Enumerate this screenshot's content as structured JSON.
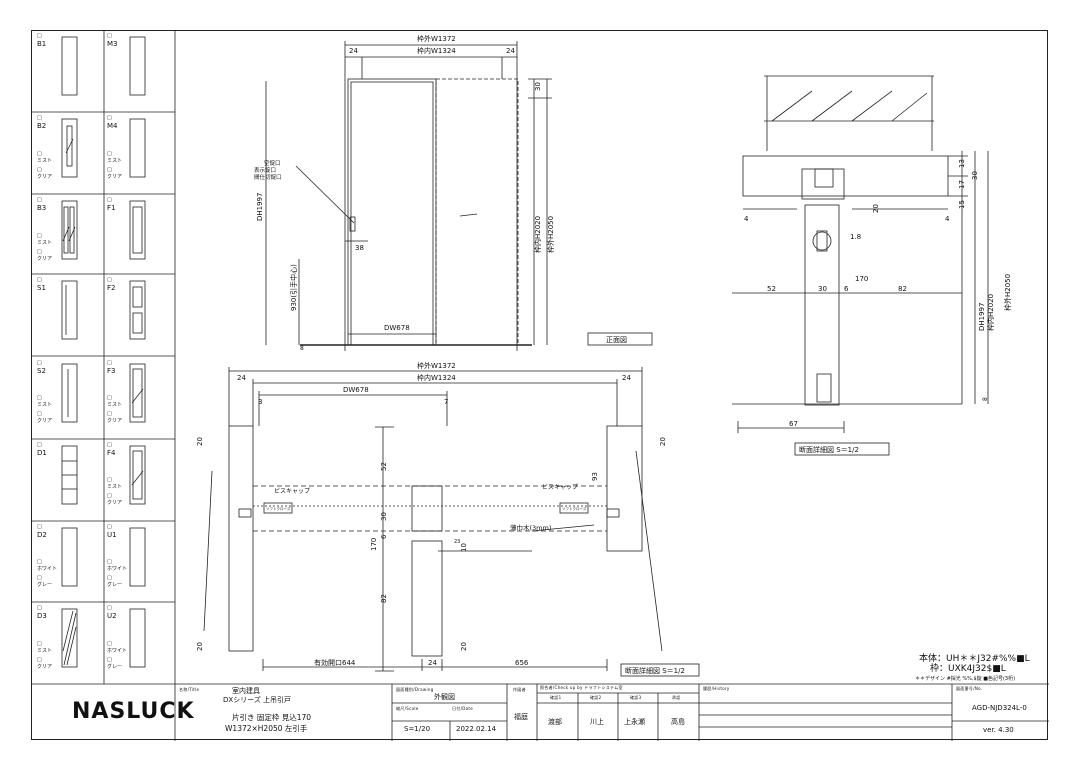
{
  "palette": [
    {
      "code": "B1",
      "labels": []
    },
    {
      "code": "M3",
      "labels": []
    },
    {
      "code": "B2",
      "labels": [
        "ミスト",
        "クリア"
      ]
    },
    {
      "code": "M4",
      "labels": [
        "ミスト",
        "クリア"
      ]
    },
    {
      "code": "B3",
      "labels": [
        "ミスト",
        "クリア"
      ]
    },
    {
      "code": "F1",
      "labels": []
    },
    {
      "code": "S1",
      "labels": []
    },
    {
      "code": "F2",
      "labels": []
    },
    {
      "code": "S2",
      "labels": [
        "ミスト",
        "クリア"
      ]
    },
    {
      "code": "F3",
      "labels": [
        "ミスト",
        "クリア"
      ]
    },
    {
      "code": "D1",
      "labels": []
    },
    {
      "code": "F4",
      "labels": [
        "ミスト",
        "クリア"
      ]
    },
    {
      "code": "D2",
      "labels": [
        "ホワイト",
        "グレー"
      ]
    },
    {
      "code": "U1",
      "labels": [
        "ホワイト",
        "グレー"
      ]
    },
    {
      "code": "D3",
      "labels": [
        "ミスト",
        "クリア"
      ]
    },
    {
      "code": "U2",
      "labels": [
        "ホワイト",
        "グレー"
      ]
    }
  ],
  "front_view": {
    "outer_width": "枠外W1372",
    "inner_width": "枠内W1324",
    "left_24": "24",
    "right_24": "24",
    "top_30": "30",
    "inner_height": "枠内H2020",
    "outer_height": "枠外H2050",
    "dh": "DH1997",
    "handle_height": "930(引手中心)",
    "dim_38": "38",
    "dw": "DW678",
    "dim_8": "8",
    "callout_1": "空錠口",
    "callout_2": "表示錠口",
    "callout_3": "間仕切錠口",
    "title": "正面図"
  },
  "plan_view": {
    "outer_width": "枠外W1372",
    "inner_width": "枠内W1324",
    "left_24": "24",
    "right_24": "24",
    "dw": "DW678",
    "dim_3": "3",
    "dim_7": "7",
    "dim_20_tl": "20",
    "dim_20_tr": "20",
    "dim_20_bl": "20",
    "dim_20_bm": "20",
    "dim_52": "52",
    "dim_30": "30",
    "dim_170": "170",
    "dim_6": "6",
    "dim_82": "82",
    "dim_93": "93",
    "dim_10": "10",
    "dim_23": "23",
    "cap_left": "ビスキャップ",
    "cap_right": "ビスキャップ",
    "soft_close_left": "ソフトクローズ",
    "soft_close_right": "ソフトクローズ",
    "veneer": "薄巾木(3mm)",
    "opening": "有効開口644",
    "bottom_24": "24",
    "bottom_656": "656",
    "title": "断面詳細図 S＝1/2"
  },
  "section_view": {
    "dim_13": "13",
    "dim_17": "17",
    "dim_30": "30",
    "dim_15": "15",
    "dim_20": "20",
    "dim_4l": "4",
    "dim_4r": "4",
    "dim_1_8": "1.8",
    "dim_170": "170",
    "dim_52": "52",
    "dim_30b": "30",
    "dim_6": "6",
    "dim_82": "82",
    "dh": "DH1997",
    "inner_height": "枠内H2020",
    "outer_height": "枠外H2050",
    "dim_8": "8",
    "dim_67": "67",
    "title": "断面詳細図 S＝1/2"
  },
  "spec": {
    "body": "本体：UH＊＊J32#%%■L",
    "frame": "枠：UXK4J32$■L",
    "note": "＊＊デザイン #採光 %%,$錠 ■色記号(3桁)"
  },
  "title_block": {
    "logo": "NASLUCK",
    "name_header": "名称/Title",
    "name_line1": "室内建具",
    "name_line2": "DXシリーズ 上吊引戸",
    "name_line3": "片引き 固定枠 見込170",
    "name_line4": "W1372×H2050 左引手",
    "drawing_header": "図面種別/Drawing",
    "drawing_value": "外観図",
    "scale_header": "縮尺/Scale",
    "scale_value": "S=1/20",
    "date_header": "日付/Date",
    "date_value": "2022.02.14",
    "author_header": "作図者",
    "author_value": "福庭",
    "check_header": "照合者/Check up by ドラフトシステム室",
    "checkers": [
      {
        "role": "確認1",
        "name": "渡部"
      },
      {
        "role": "確認2",
        "name": "川上"
      },
      {
        "role": "確認3",
        "name": "上永瀬"
      },
      {
        "role": "承認",
        "name": "高島"
      }
    ],
    "history_header": "履歴/History",
    "number_header": "図面番号/No.",
    "number_value": "AGD-NJD324L-0",
    "version_value": "ver. 4.30"
  }
}
